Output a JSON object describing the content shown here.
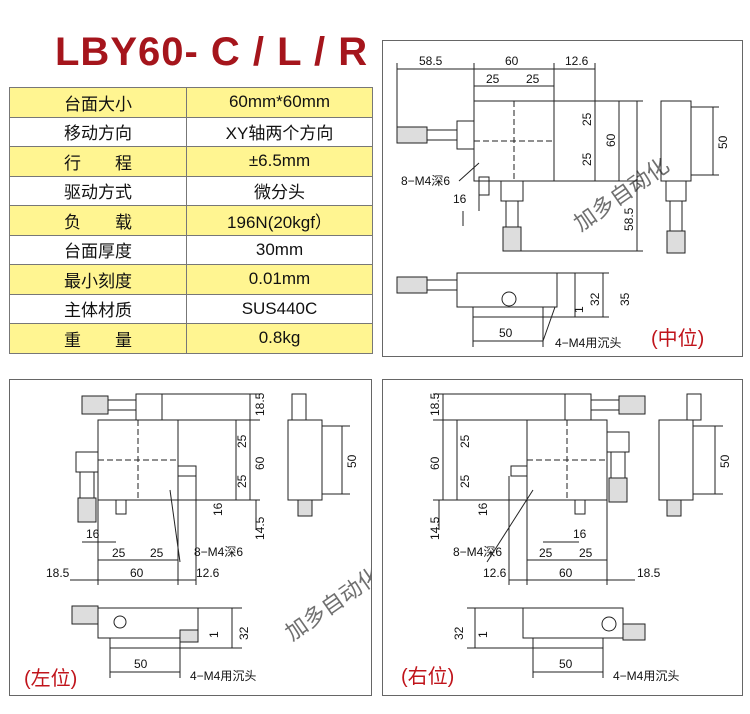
{
  "title": "LBY60- C / L / R",
  "specs": [
    {
      "label": "台面大小",
      "value": "60mm*60mm"
    },
    {
      "label": "移动方向",
      "value": "XY轴两个方向"
    },
    {
      "label": "行　　程",
      "value": "±6.5mm"
    },
    {
      "label": "驱动方式",
      "value": "微分头"
    },
    {
      "label": "负　　载",
      "value": "196N(20kgf）"
    },
    {
      "label": "台面厚度",
      "value": "30mm"
    },
    {
      "label": "最小刻度",
      "value": "0.01mm"
    },
    {
      "label": "主体材质",
      "value": "SUS440C"
    },
    {
      "label": "重　　量",
      "value": "0.8kg"
    }
  ],
  "watermark": "加多自动化",
  "panels": {
    "center": {
      "label": "(中位)",
      "dims": {
        "d58_5": "58.5",
        "d60": "60",
        "d12_6": "12.6",
        "d25a": "25",
        "d25b": "25",
        "d25c": "25",
        "d25d": "25",
        "d60v": "60",
        "d16": "16",
        "d58_5v": "58.5",
        "d50s": "50",
        "d32": "32",
        "d35": "35",
        "d1": "1",
        "d50b": "50"
      },
      "notes": {
        "hole8": "8−M4深6",
        "hole4": "4−M4用沉头"
      }
    },
    "left": {
      "label": "(左位)",
      "dims": {
        "d18_5v": "18.5",
        "d25a": "25",
        "d60v": "60",
        "d25b": "25",
        "d16v": "16",
        "d14_5": "14.5",
        "d50s": "50",
        "d16": "16",
        "d25c": "25",
        "d25d": "25",
        "d18_5": "18.5",
        "d60": "60",
        "d12_6": "12.6",
        "d32": "32",
        "d1": "1",
        "d50b": "50"
      },
      "notes": {
        "hole8": "8−M4深6",
        "hole4": "4−M4用沉头"
      }
    },
    "right": {
      "label": "(右位)",
      "dims": {
        "d18_5v": "18.5",
        "d25a": "25",
        "d60v": "60",
        "d25b": "25",
        "d16v": "16",
        "d14_5": "14.5",
        "d50s": "50",
        "d16": "16",
        "d25c": "25",
        "d25d": "25",
        "d12_6": "12.6",
        "d60": "60",
        "d18_5": "18.5",
        "d32": "32",
        "d1": "1",
        "d50b": "50"
      },
      "notes": {
        "hole8": "8−M4深6",
        "hole4": "4−M4用沉头"
      }
    }
  },
  "colors": {
    "accent": "#a5151c",
    "highlight": "#fff591"
  }
}
